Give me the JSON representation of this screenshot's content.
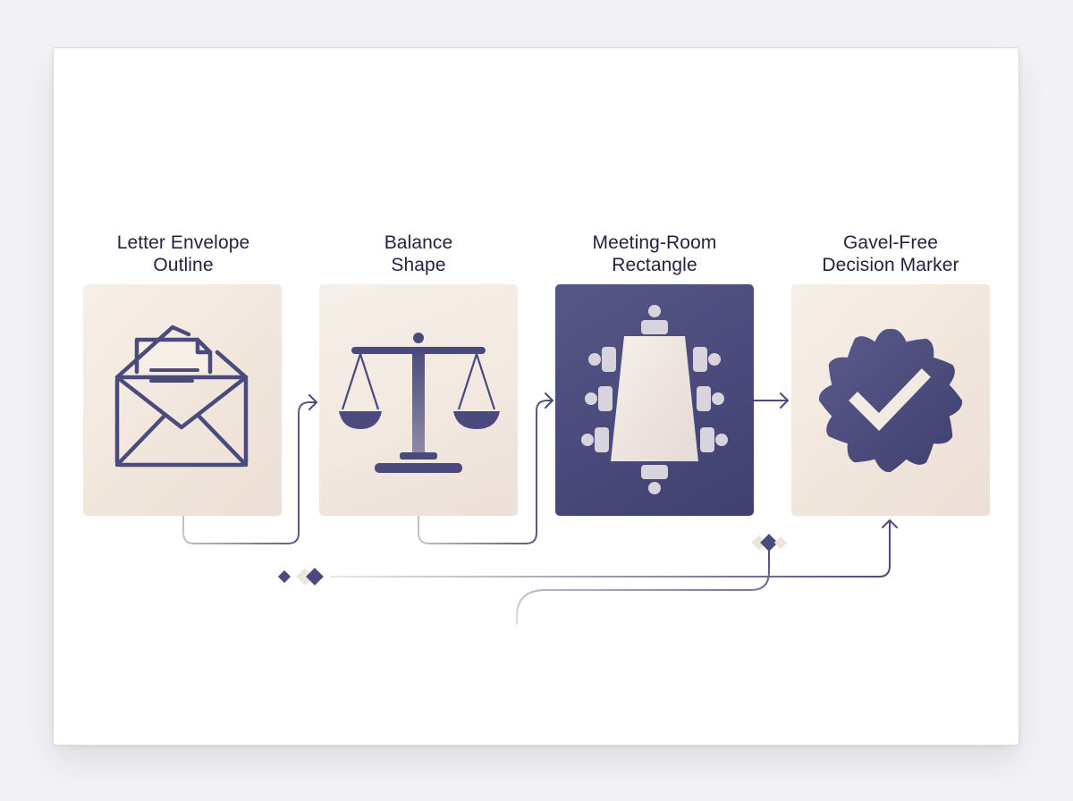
{
  "steps": [
    {
      "line1": "Letter Envelope",
      "line2": "Outline",
      "icon": "envelope-icon"
    },
    {
      "line1": "Balance",
      "line2": "Shape",
      "icon": "balance-scale-icon"
    },
    {
      "line1": "Meeting-Room",
      "line2": "Rectangle",
      "icon": "meeting-table-icon"
    },
    {
      "line1": "Gavel-Free",
      "line2": "Decision Marker",
      "icon": "checkmark-badge-icon"
    }
  ],
  "colors": {
    "ink": "#23233f",
    "navy": "#4a4b7c",
    "card_light": "#f3e9e0",
    "card_dark": "#4a4b7c"
  }
}
